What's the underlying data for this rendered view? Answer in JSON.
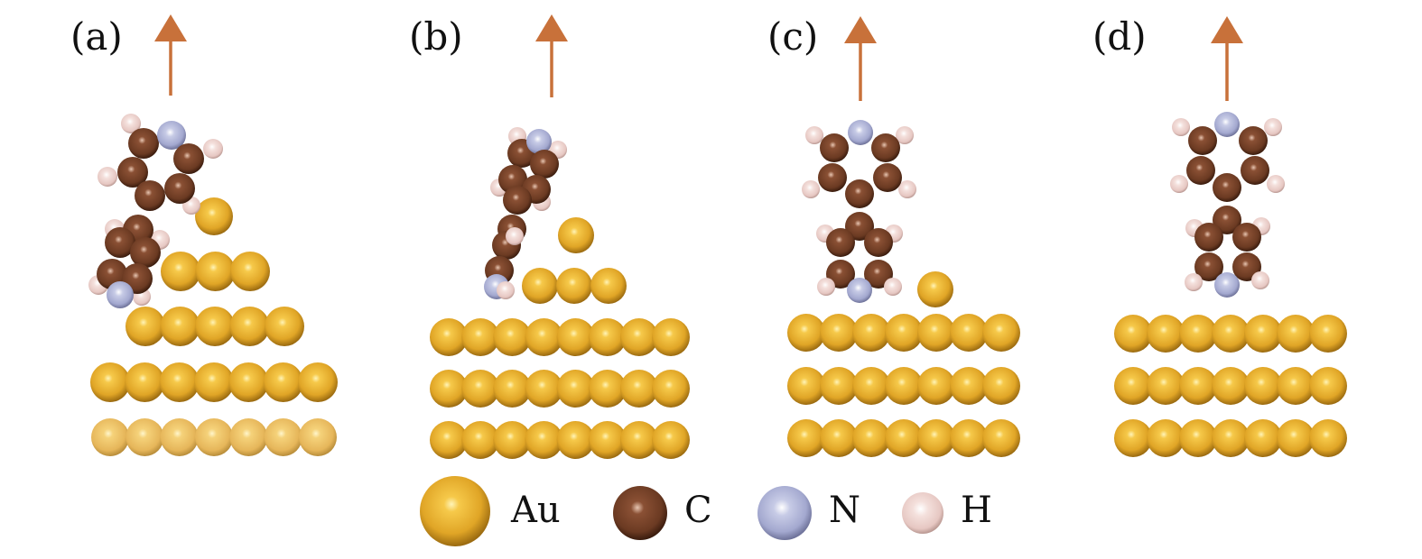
{
  "panels": [
    {
      "label": "(a)"
    },
    {
      "label": "(b)"
    },
    {
      "label": "(c)"
    },
    {
      "label": "(d)"
    }
  ],
  "legend": [
    {
      "symbol": "Au",
      "color": "#E0A526"
    },
    {
      "symbol": "C",
      "color": "#6B3A22"
    },
    {
      "symbol": "N",
      "color": "#A3A8CF"
    },
    {
      "symbol": "H",
      "color": "#EBCFCB"
    }
  ],
  "colors": {
    "arrow": "#C8713A",
    "au": "#E0A526",
    "c": "#6B3A22",
    "n": "#A3A8CF",
    "h": "#EBCFCB"
  }
}
